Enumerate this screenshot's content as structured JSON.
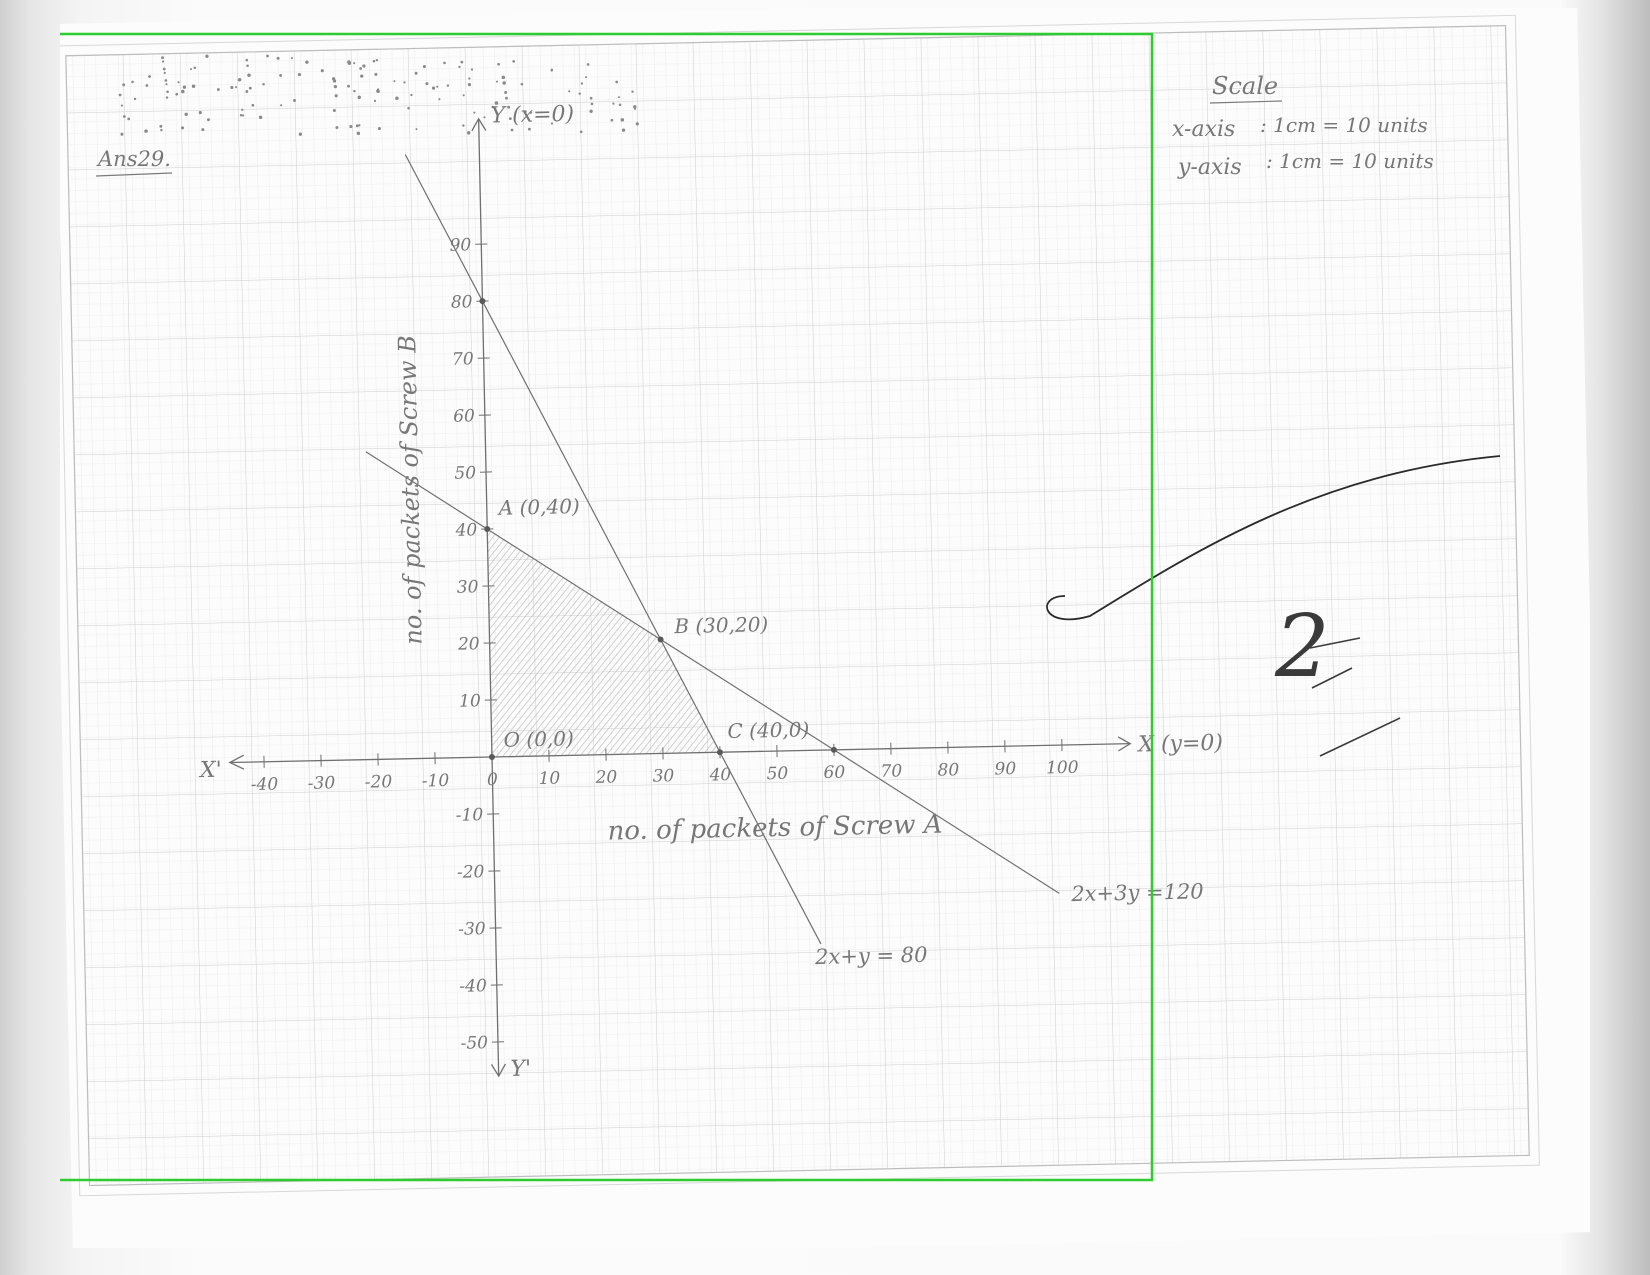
{
  "answer_label": "Ans29.",
  "scale": {
    "heading": "Scale",
    "x_axis_label": "x-axis",
    "x_axis_value": ": 1cm = 10 units",
    "y_axis_label": "y-axis",
    "y_axis_value": ": 1cm = 10 units"
  },
  "marks": "2",
  "colors": {
    "highlight_frame": "#2ecc2e",
    "pencil": "#6f6f6f",
    "grid_minor": "#e3e3e3",
    "grid_major": "#cfcfcf",
    "feasible_shade": "#d6d6d6"
  },
  "chart_data": {
    "type": "line",
    "title": "",
    "xlabel": "no. of packets of Screw A",
    "ylabel": "no. of packets of Screw B",
    "x_axis_end_label": "X (y=0)",
    "x_axis_neg_label": "X'",
    "y_axis_end_label": "Y (x=0)",
    "y_axis_neg_label": "Y'",
    "xlim": [
      -50,
      110
    ],
    "ylim": [
      -60,
      100
    ],
    "grid": true,
    "x_ticks": [
      {
        "v": -40,
        "label": "-40"
      },
      {
        "v": -30,
        "label": "-30"
      },
      {
        "v": -20,
        "label": "-20"
      },
      {
        "v": -10,
        "label": "-10"
      },
      {
        "v": 0,
        "label": "0"
      },
      {
        "v": 10,
        "label": "10"
      },
      {
        "v": 20,
        "label": "20"
      },
      {
        "v": 30,
        "label": "30"
      },
      {
        "v": 40,
        "label": "40"
      },
      {
        "v": 50,
        "label": "50"
      },
      {
        "v": 60,
        "label": "60"
      },
      {
        "v": 70,
        "label": "70"
      },
      {
        "v": 80,
        "label": "80"
      },
      {
        "v": 90,
        "label": "90"
      },
      {
        "v": 100,
        "label": "100"
      }
    ],
    "y_ticks": [
      {
        "v": 90,
        "label": "90"
      },
      {
        "v": 80,
        "label": "80"
      },
      {
        "v": 70,
        "label": "70"
      },
      {
        "v": 60,
        "label": "60"
      },
      {
        "v": 50,
        "label": "50"
      },
      {
        "v": 40,
        "label": "40"
      },
      {
        "v": 30,
        "label": "30"
      },
      {
        "v": 20,
        "label": "20"
      },
      {
        "v": 10,
        "label": "10"
      },
      {
        "v": -10,
        "label": "-10"
      },
      {
        "v": -20,
        "label": "-20"
      },
      {
        "v": -30,
        "label": "-30"
      },
      {
        "v": -40,
        "label": "-40"
      },
      {
        "v": -50,
        "label": "-50"
      }
    ],
    "series": [
      {
        "name": "2x+y = 80",
        "x": [
          -13,
          57
        ],
        "y": [
          106,
          -34
        ]
      },
      {
        "name": "2x+3y =120",
        "x": [
          -21,
          99
        ],
        "y": [
          54,
          -26
        ]
      }
    ],
    "feasible_region": {
      "x": [
        0,
        0,
        30,
        40
      ],
      "y": [
        0,
        40,
        20,
        0
      ]
    },
    "points": [
      {
        "label": "O (0,0)",
        "x": 0,
        "y": 0
      },
      {
        "label": "A (0,40)",
        "x": 0,
        "y": 40
      },
      {
        "label": "B (30,20)",
        "x": 30,
        "y": 20
      },
      {
        "label": "C (40,0)",
        "x": 40,
        "y": 0
      },
      {
        "label": "",
        "x": 60,
        "y": 0
      },
      {
        "label": "",
        "x": 0,
        "y": 80
      }
    ]
  }
}
